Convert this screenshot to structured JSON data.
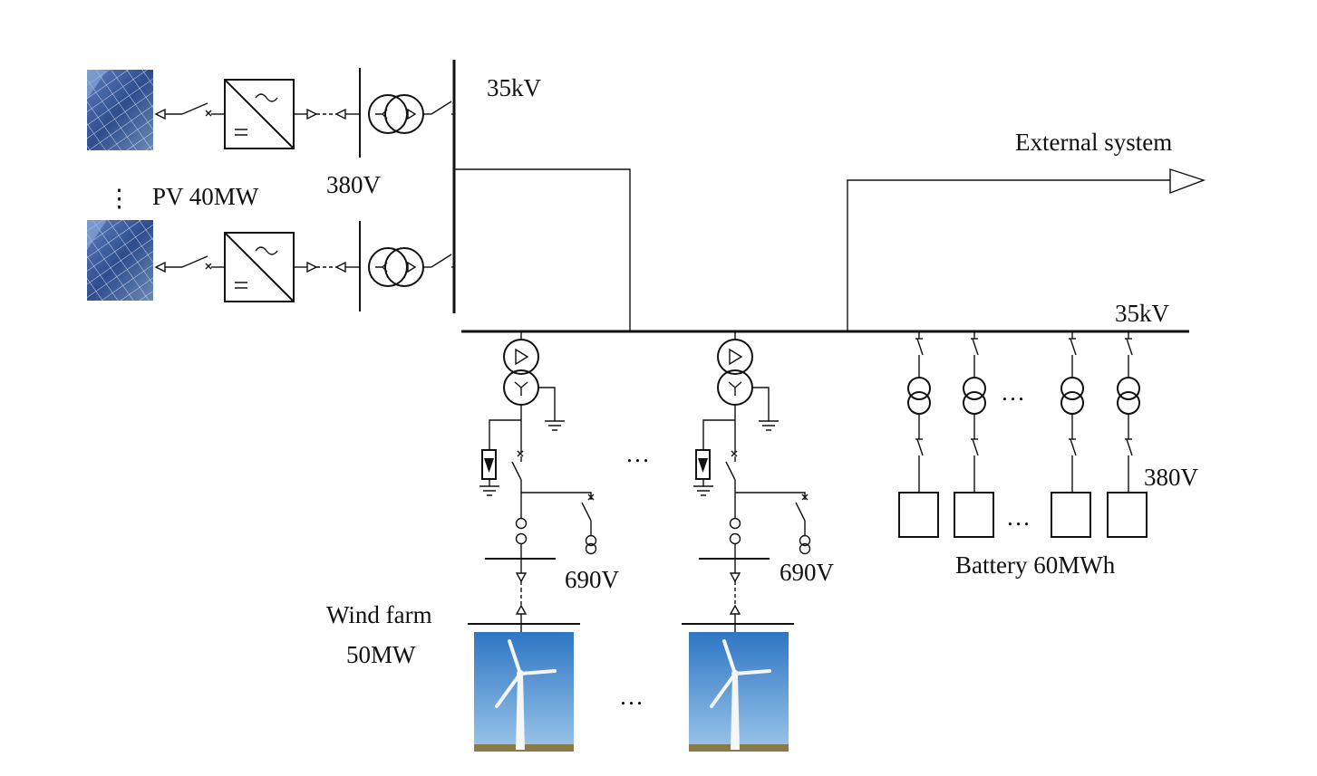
{
  "labels": {
    "bus_pv_35kv": "35kV",
    "external": "External system",
    "pv_380v": "380V",
    "pv_rating": "PV 40MW",
    "bus_main_35kv": "35kV",
    "battery_380v": "380V",
    "battery_rating": "Battery 60MWh",
    "wind_690v_1": "690V",
    "wind_690v_2": "690V",
    "wind_farm_line1": "Wind farm",
    "wind_farm_line2": "50MW"
  },
  "ellipsis": {
    "pv": "⋮",
    "wind_mid": "…",
    "wind_bottom": "…",
    "battery_trafo": "…",
    "battery_box": "…"
  },
  "colors": {
    "solar_panel": "#3b5a9a",
    "sky": "#3d86cf",
    "ground": "#8a7a4a"
  }
}
